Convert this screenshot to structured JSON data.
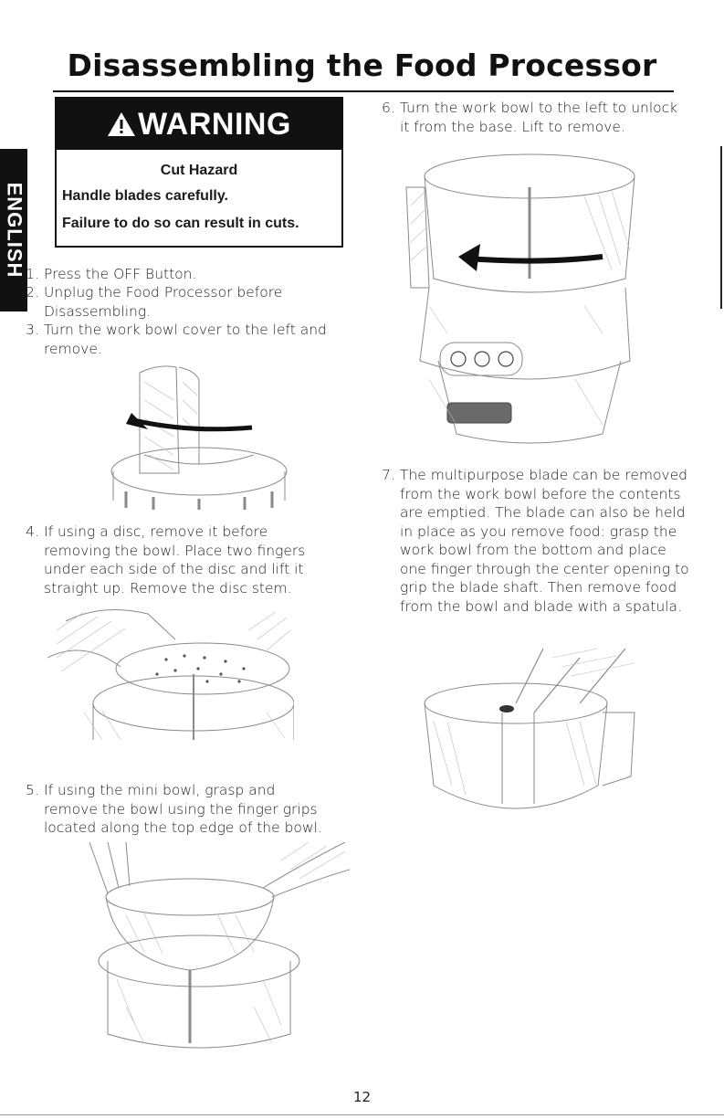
{
  "page": {
    "title": "Disassembling the Food Processor",
    "side_tab": "ENGLISH",
    "page_number": "12"
  },
  "warning": {
    "header": "WARNING",
    "subtitle": "Cut Hazard",
    "line1": "Handle blades carefully.",
    "line2": "Failure to do so can result in cuts."
  },
  "steps": [
    {
      "num": "1.",
      "text": "Press the OFF Button."
    },
    {
      "num": "2.",
      "text": "Unplug the Food Processor before Disassembling."
    },
    {
      "num": "3.",
      "text": "Turn the work bowl cover to the left and remove."
    },
    {
      "num": "4.",
      "text": "If using a disc, remove it before removing the bowl. Place two fingers under each side of the disc and lift it straight up. Remove the disc stem."
    },
    {
      "num": "5.",
      "text": "If using the mini bowl, grasp and remove the bowl using the finger grips located along the top edge of the bowl."
    },
    {
      "num": "6.",
      "text": "Turn the work bowl to the left to unlock it from the base. Lift to remove."
    },
    {
      "num": "7.",
      "text": "The multipurpose blade can be removed from the work bowl before the contents are emptied. The blade can also be held in place as you remove food: grasp the work bowl from the bottom and place one finger through the center opening to grip the blade shaft. Then remove food from the bowl and blade with a spatula."
    }
  ],
  "colors": {
    "ink": "#111111",
    "illustration_line": "#8a8a8a"
  },
  "icons": [
    "warning-triangle-icon",
    "rotation-arrow-icon"
  ]
}
